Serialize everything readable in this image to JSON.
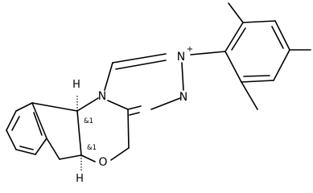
{
  "molecule": {
    "atoms": {
      "n_ring_top": "N",
      "n_plus_sign": "+",
      "n_ring_bottom": "N",
      "n_ring_left": "N",
      "o_ring": "O",
      "h_upper": "H",
      "h_lower": "H"
    },
    "stereo_labels": {
      "upper": "&1",
      "lower": "&1"
    }
  }
}
